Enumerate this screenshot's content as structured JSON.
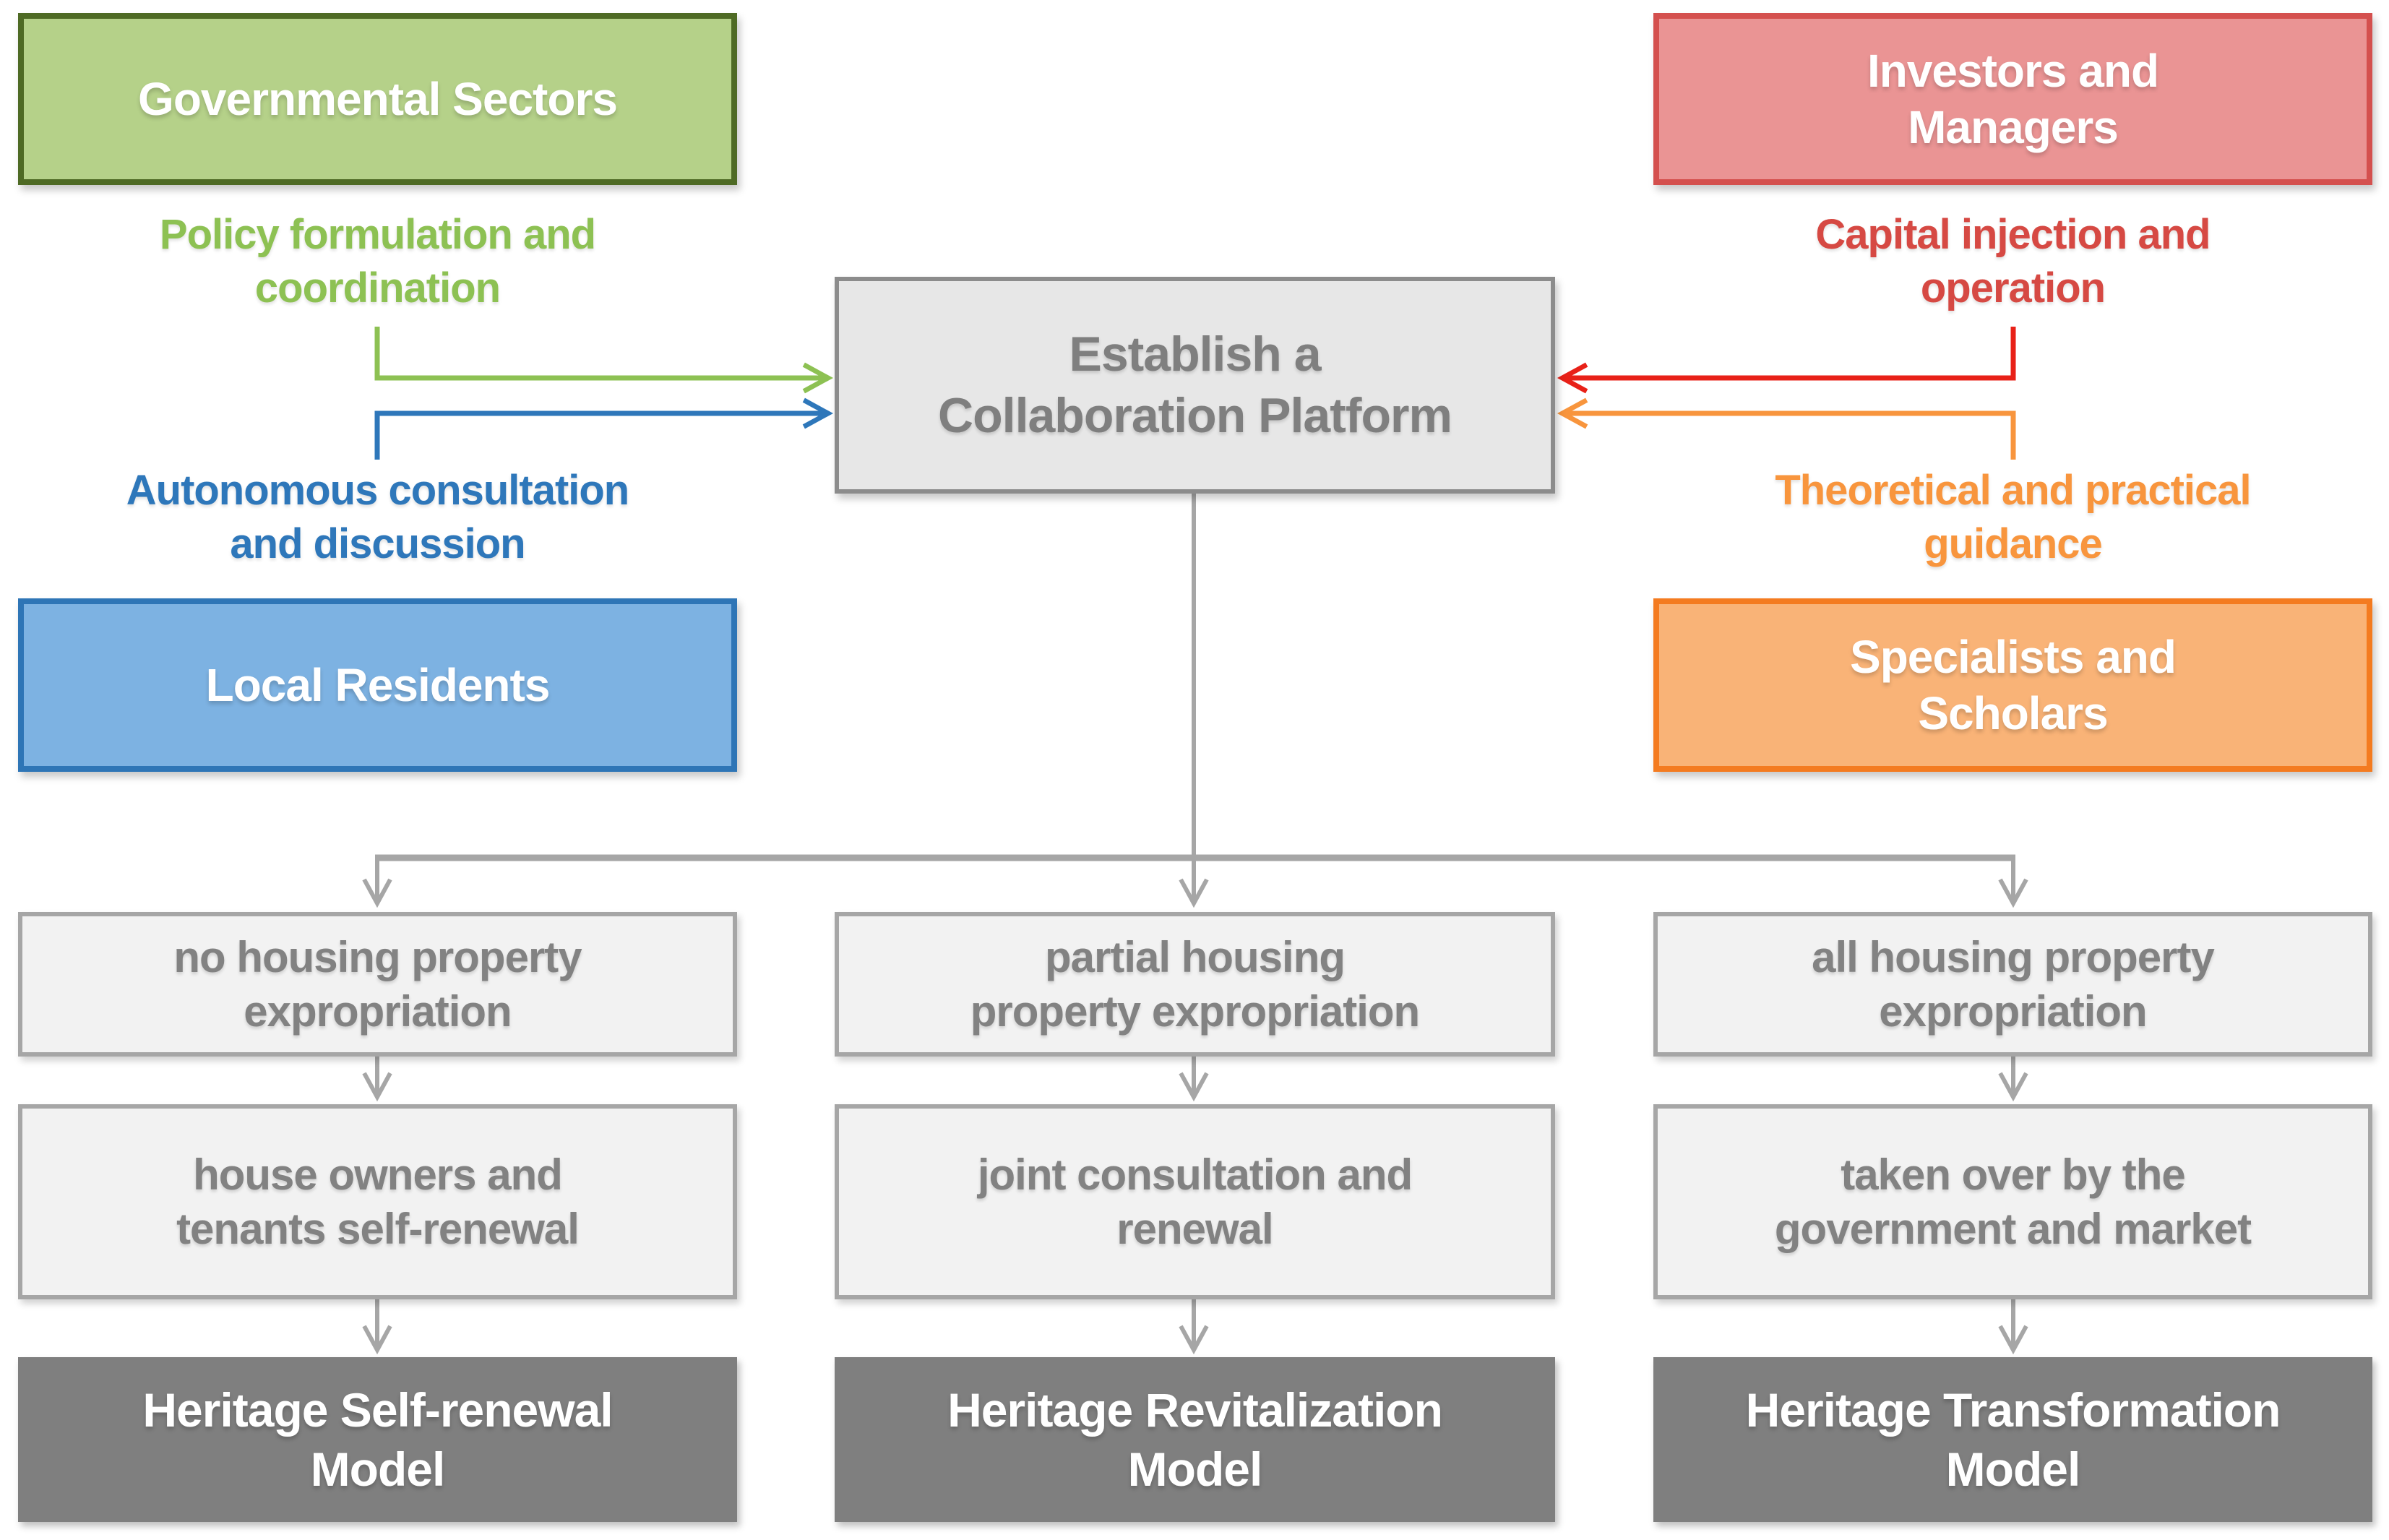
{
  "stakeholders": {
    "governmental": {
      "label": "Governmental Sectors",
      "flow": "Policy formulation and\ncoordination"
    },
    "residents": {
      "label": "Local Residents",
      "flow": "Autonomous consultation\nand discussion"
    },
    "investors": {
      "label": "Investors and\nManagers",
      "flow": "Capital injection and\noperation"
    },
    "specialists": {
      "label": "Specialists and\nScholars",
      "flow": "Theoretical and practical\nguidance"
    }
  },
  "platform": {
    "label": "Establish a\nCollaboration Platform"
  },
  "pathways": [
    {
      "condition": "no housing property\nexpropriation",
      "process": "house owners and\ntenants self-renewal",
      "model": "Heritage Self-renewal\nModel"
    },
    {
      "condition": "partial housing\nproperty expropriation",
      "process": "joint consultation and\nrenewal",
      "model": "Heritage Revitalization\nModel"
    },
    {
      "condition": "all housing property\nexpropriation",
      "process": "taken over by the\ngovernment and market",
      "model": "Heritage Transformation\nModel"
    }
  ],
  "colors": {
    "green_fill": "#b5d189",
    "green_border": "#4e6a24",
    "green_accent": "#8dc153",
    "blue_fill": "#7db2e2",
    "blue_border": "#2e75b6",
    "blue_accent": "#2e77ba",
    "red_fill": "#ea9494",
    "red_border": "#d4504e",
    "red_text": "#d64943",
    "red_arrow": "#e82118",
    "orange_fill": "#f9b377",
    "orange_border": "#f47b20",
    "orange_accent": "#f8953d",
    "platform_fill": "#e7e7e7",
    "platform_border": "#8c8c8c",
    "gray_text": "#828282",
    "light_box_fill": "#f2f2f2",
    "light_box_border": "#a6a6a6",
    "model_fill": "#7f7f7f",
    "connector_gray": "#a6a6a6"
  }
}
